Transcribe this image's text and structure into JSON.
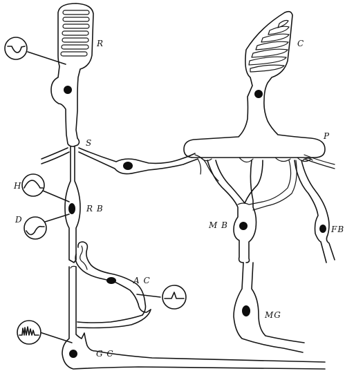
{
  "labels": {
    "rod": "R",
    "cone": "C",
    "rod_synapse": "S",
    "cone_pedicle": "P",
    "horizontal_response": "H",
    "depolarizing_response": "D",
    "rod_bipolar": "R B",
    "amacrine": "A C",
    "ganglion": "G C",
    "midget_bipolar": "M B",
    "flat_bipolar": "FB",
    "midget_ganglion": "MG"
  },
  "colors": {
    "ink": "#151515",
    "paper": "#ffffff"
  },
  "icons": {
    "rod_recording": "hyperpolarizing-wave-icon",
    "h_recording": "hyperpolarizing-hump-icon",
    "d_recording": "depolarizing-wave-icon",
    "amacrine_recording": "transient-spike-icon",
    "ganglion_recording": "spike-train-icon"
  }
}
